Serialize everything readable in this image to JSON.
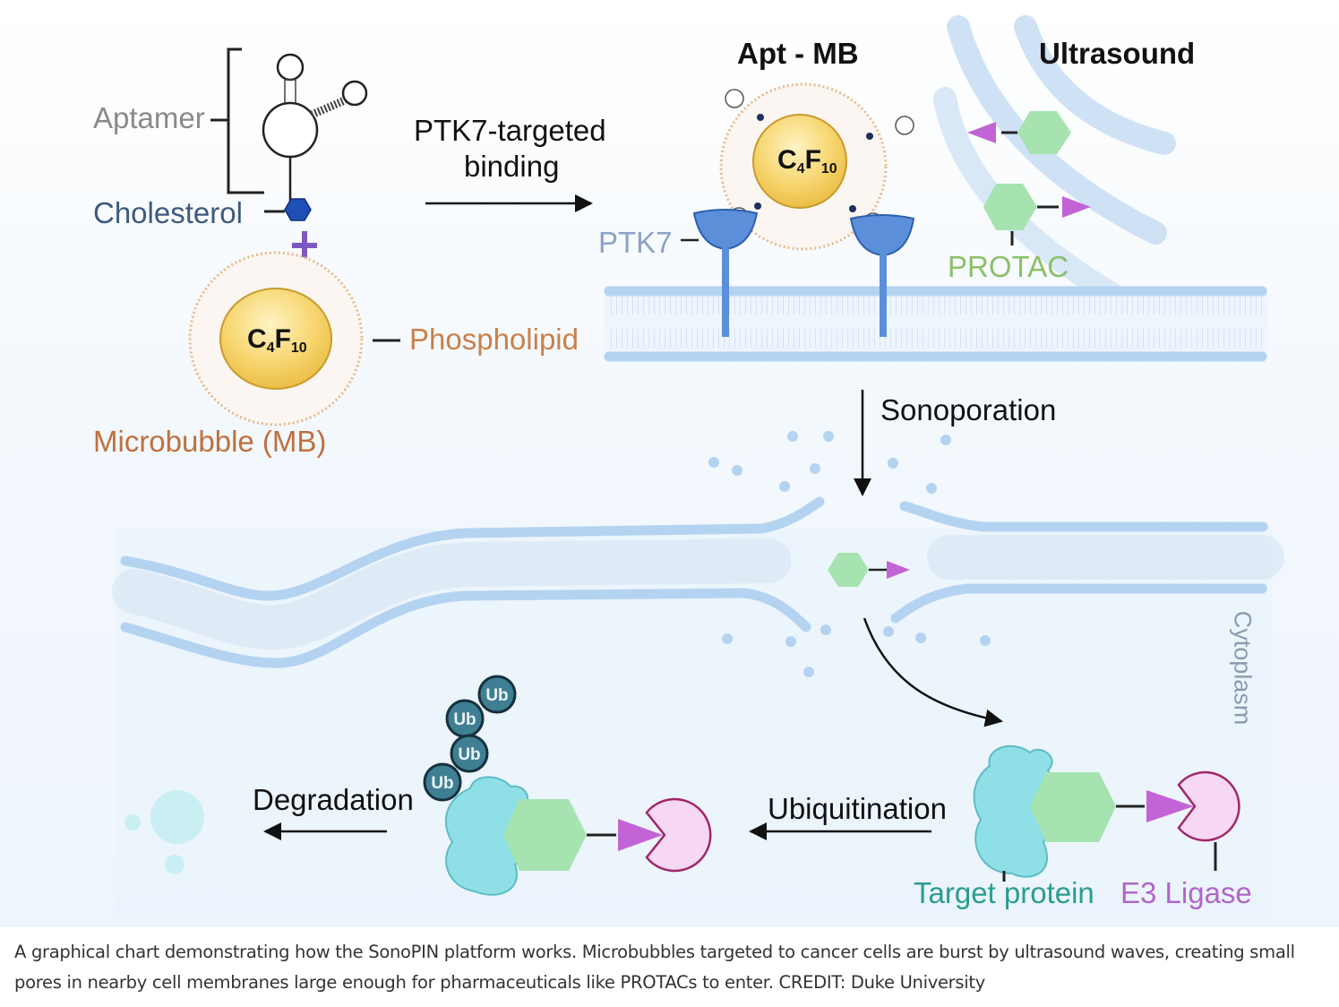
{
  "diagram": {
    "labels": {
      "aptamer": "Aptamer",
      "cholesterol": "Cholesterol",
      "plus": "+",
      "phospholipid": "Phospholipid",
      "microbubble": "Microbubble (MB)",
      "gas_formula_main": "C",
      "gas_formula_sub1": "4",
      "gas_formula_main2": "F",
      "gas_formula_sub2": "10",
      "binding_step_line1": "PTK7-targeted",
      "binding_step_line2": "binding",
      "apt_mb": "Apt - MB",
      "ultrasound": "Ultrasound",
      "ptk7": "PTK7",
      "protac": "PROTAC",
      "sonoporation": "Sonoporation",
      "cytoplasm": "Cytoplasm",
      "ubiquitination": "Ubiquitination",
      "degradation": "Degradation",
      "target_protein": "Target protein",
      "e3_ligase": "E3 Ligase",
      "ubiquitin": "Ub"
    },
    "colors": {
      "aptamer_text": "#8a8a8a",
      "cholesterol_text": "#3d5a80",
      "cholesterol_hex": "#1f4fb5",
      "plus": "#7e57c2",
      "phospholipid_text": "#c8804a",
      "microbubble_text": "#c0703e",
      "bubble_fill": "#f4cc5a",
      "ptk7_text": "#8aa3c8",
      "ptk7_receptor": "#5b8fd9",
      "protac_text": "#8cc06a",
      "protac_hex": "#a6e3b0",
      "warhead": "#c264d6",
      "membrane": "#a9cbee",
      "target_protein": "#8fe0e6",
      "target_protein_text": "#2a9d8f",
      "e3_ligase_fill": "#f6d8f2",
      "e3_ligase_stroke": "#a0276a",
      "e3_ligase_text": "#b066c9",
      "ub_fill": "#3f7f94",
      "ultrasound_wave": "#c5dcf3"
    }
  },
  "caption": "A graphical chart demonstrating how the SonoPIN platform works. Microbubbles targeted to cancer cells are burst by ultrasound waves, creating small pores in nearby cell membranes large enough for pharmaceuticals like PROTACs to enter. CREDIT: Duke University"
}
